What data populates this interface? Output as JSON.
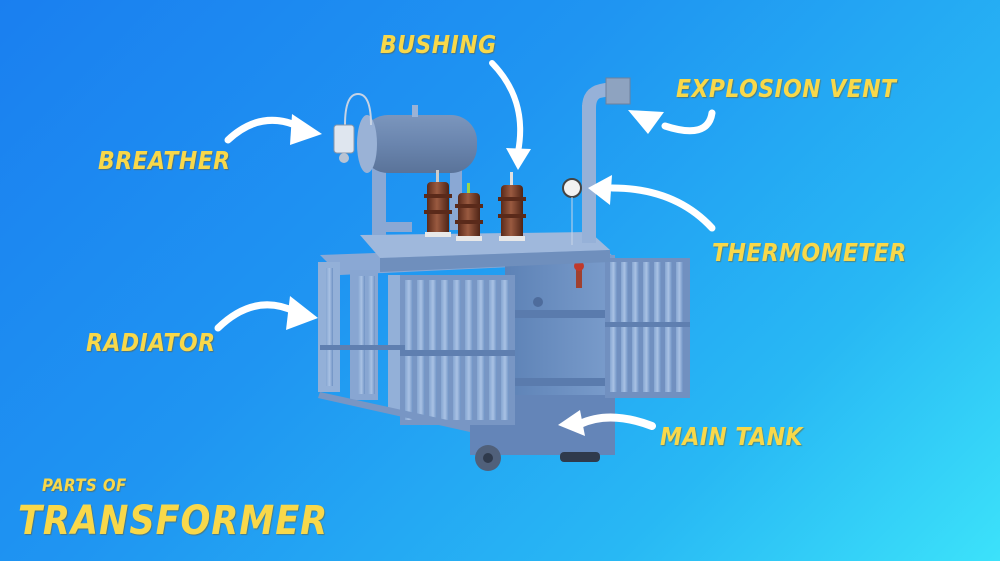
{
  "title": {
    "small": "PARTS OF",
    "big": "TRANSFORMER"
  },
  "labels": {
    "bushing": "BUSHING",
    "explosion_vent": "EXPLOSION VENT",
    "breather": "BREATHER",
    "thermometer": "THERMOMETER",
    "radiator": "RADIATOR",
    "main_tank": "MAIN TANK"
  },
  "colors": {
    "background_start": "#1a7ff0",
    "background_end": "#3ce2fa",
    "label_text": "#f8d84a",
    "arrow": "#ffffff",
    "transformer_body": "#6f93c4",
    "bushing_porcelain": "#7a3b26"
  }
}
